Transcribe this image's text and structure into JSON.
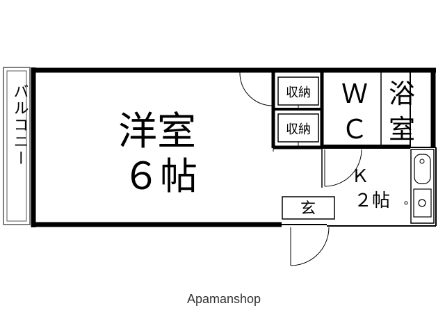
{
  "rooms": {
    "western_room_name": "洋室",
    "western_room_size": "６帖",
    "balcony": "バルコニー",
    "storage_1": "収納",
    "storage_2": "収納",
    "wc_w": "Ｗ",
    "wc_c": "Ｃ",
    "bath_1": "浴",
    "bath_2": "室",
    "kitchen_name": "Ｋ",
    "kitchen_size": "２帖",
    "entrance": "玄"
  },
  "watermark": "Apamanshop",
  "colors": {
    "wall": "#000000",
    "line": "#444444",
    "background": "#ffffff"
  }
}
